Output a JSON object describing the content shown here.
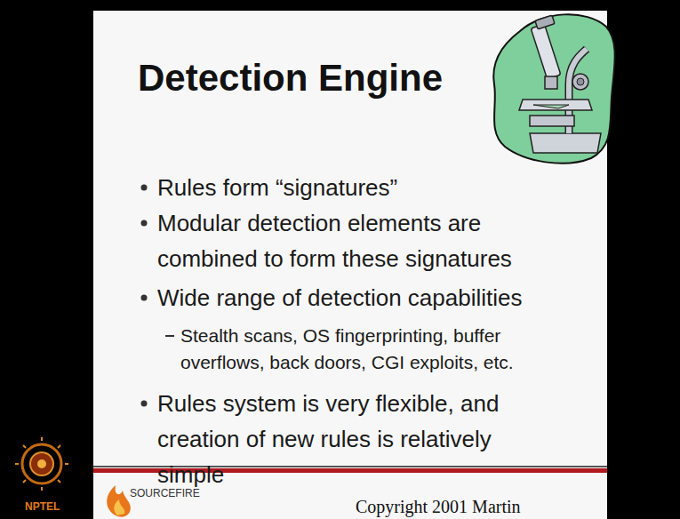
{
  "diagram": {
    "title": "Detection Engine",
    "labels": [
      "Rules form “signatures”",
      "Modular detection elements are combined to form these signatures",
      "Wide range of detection capabilities",
      "Stealth scans, OS fingerprinting, buffer overflows, back doors, CGI exploits, etc.",
      "Rules system is very flexible, and creation of new rules is relatively simple",
      "SOURCEFIRE",
      "Copyright 2001 Martin",
      "NPTEL"
    ]
  }
}
